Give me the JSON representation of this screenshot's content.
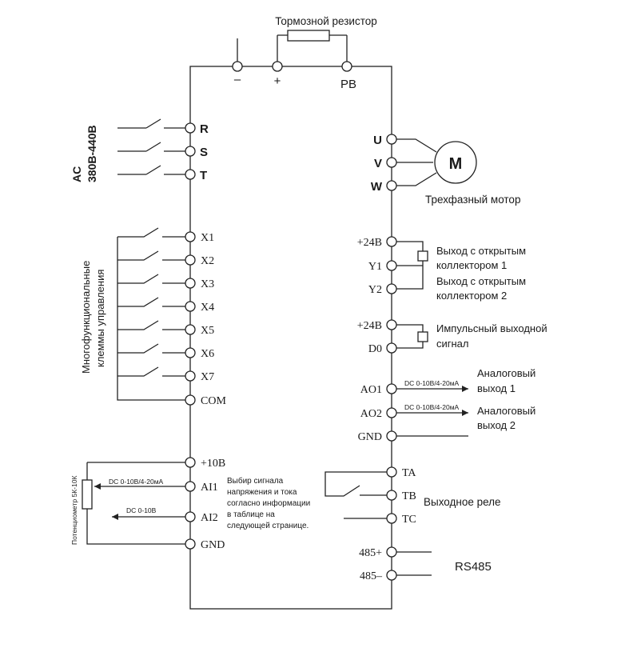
{
  "top": {
    "brake_resistor": "Тормозной резистор",
    "minus": "–",
    "plus": "+",
    "pb": "PB"
  },
  "power_input": {
    "label_line1": "AC",
    "label_line2": "380В-440В",
    "terminals": [
      "R",
      "S",
      "T"
    ]
  },
  "motor": {
    "terminals": [
      "U",
      "V",
      "W"
    ],
    "symbol": "M",
    "label": "Трехфазный мотор"
  },
  "multifunction": {
    "label_line1": "Многофункциональные",
    "label_line2": "клеммы управления",
    "terminals": [
      "X1",
      "X2",
      "X3",
      "X4",
      "X5",
      "X6",
      "X7",
      "COM"
    ]
  },
  "open_collector": {
    "terminals": [
      "+24В",
      "Y1",
      "Y2"
    ],
    "desc1_line1": "Выход с открытым",
    "desc1_line2": "коллектором 1",
    "desc2_line1": "Выход с открытым",
    "desc2_line2": "коллектором 2"
  },
  "pulse": {
    "terminals": [
      "+24В",
      "D0"
    ],
    "desc_line1": "Импульсный выходной",
    "desc_line2": "сигнал"
  },
  "analog_out": {
    "terminals": [
      "AO1",
      "AO2",
      "GND"
    ],
    "range1": "DC 0-10В/4-20мА",
    "range2": "DC 0-10В/4-20мА",
    "desc1_line1": "Аналоговый",
    "desc1_line2": "выход 1",
    "desc2_line1": "Аналоговый",
    "desc2_line2": "выход 2"
  },
  "analog_in": {
    "terminals": [
      "+10В",
      "AI1",
      "AI2",
      "GND"
    ],
    "pot_label": "Потенциометр 5К-10К",
    "ai1_range": "DC 0-10В/4-20мА",
    "ai2_range": "DC 0-10В",
    "note_lines": [
      "Выбир сигнала",
      "напряжения и тока",
      "согласно информации",
      "в таблице  на",
      "следующей странице."
    ]
  },
  "relay": {
    "terminals": [
      "TA",
      "TB",
      "TC"
    ],
    "label": "Выходное реле"
  },
  "rs485": {
    "terminals": [
      "485+",
      "485–"
    ],
    "label": "RS485"
  }
}
